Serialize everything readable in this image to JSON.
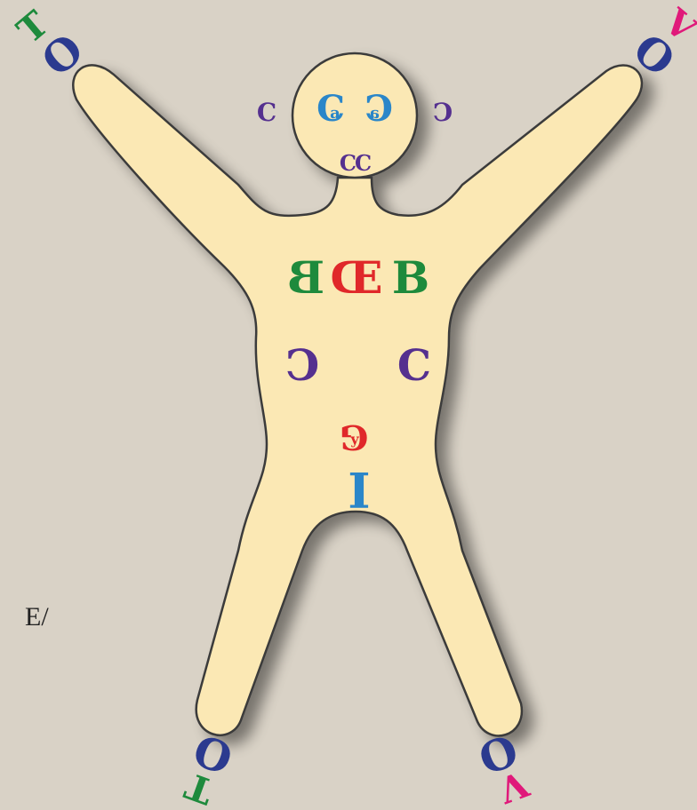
{
  "page": {
    "edge_text": "E/"
  },
  "colors": {
    "background": "#d9d2c6",
    "body_fill": "#fbe8b4",
    "outline": "#3a3a3a",
    "green": "#1e8a3c",
    "red": "#e0282a",
    "blue": "#2a86c9",
    "purple": "#55308f",
    "magenta": "#e0197a",
    "navy": "#2b3a8f"
  },
  "labels": {
    "head": {
      "left_eye_outer": "C",
      "left_eye_inner": "a",
      "right_eye_outer": "C",
      "right_eye_inner": "a",
      "left_ear": "C",
      "right_ear": "C",
      "mouth": "CC"
    },
    "chest": {
      "left": "B",
      "center": "Œ",
      "right": "B"
    },
    "belly": {
      "left": "C",
      "right": "C"
    },
    "navel": {
      "outer": "G",
      "inner": "y"
    },
    "crotch": "I",
    "hands": {
      "left": {
        "ring": "O",
        "top": "T"
      },
      "right": {
        "ring": "O",
        "top": "V"
      }
    },
    "feet": {
      "left": {
        "ring": "O",
        "bottom": "T"
      },
      "right": {
        "ring": "O",
        "bottom": "V"
      }
    }
  }
}
